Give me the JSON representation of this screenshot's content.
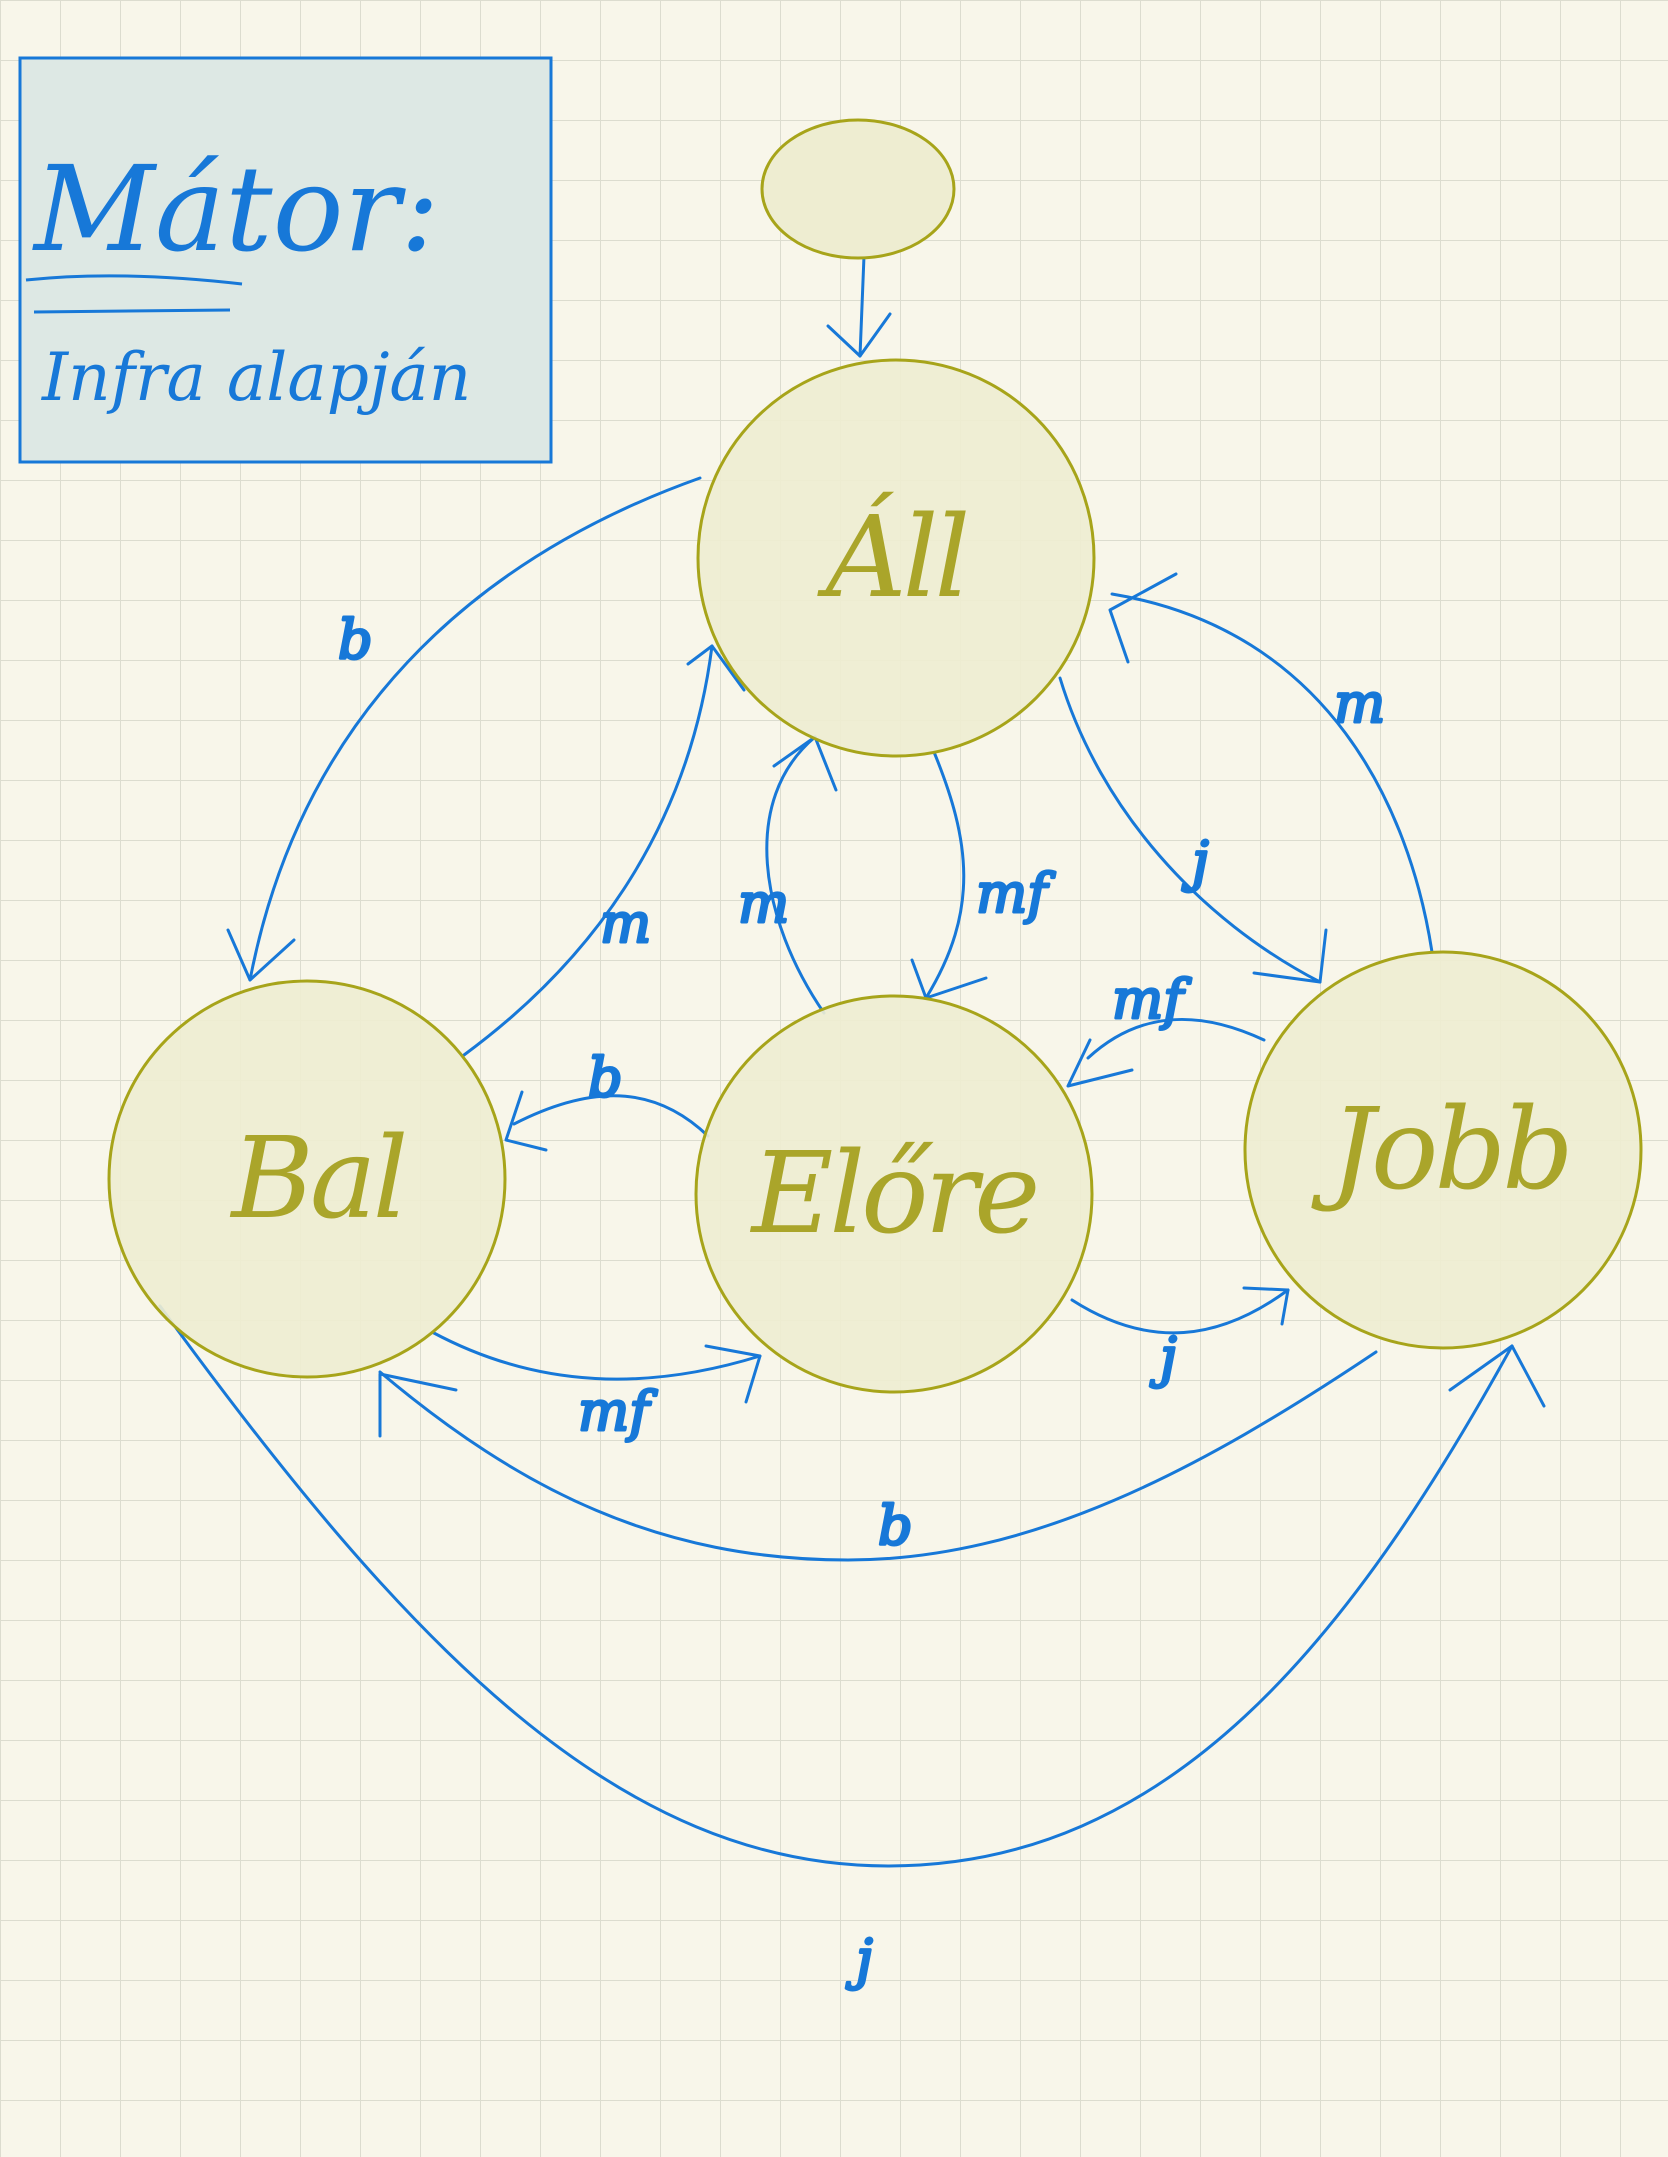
{
  "colors": {
    "paper": "#f8f6ea",
    "grid": "#dcdccf",
    "ink_blue": "#1778d8",
    "state_fill": "#eeedd1",
    "state_stroke": "#a7a41a",
    "state_text": "#aaa52a",
    "note_fill": "#dde8e4"
  },
  "note": {
    "title": "Mátor:",
    "subtitle": "Infra alapján"
  },
  "states": {
    "start": {
      "label": ""
    },
    "all": {
      "label": "Áll"
    },
    "bal": {
      "label": "Bal"
    },
    "elore": {
      "label": "Előre"
    },
    "jobb": {
      "label": "Jobb"
    }
  },
  "transitions": [
    {
      "id": "start-all",
      "from": "start",
      "to": "all",
      "label": ""
    },
    {
      "id": "all-bal",
      "from": "all",
      "to": "bal",
      "label": "b"
    },
    {
      "id": "bal-all",
      "from": "bal",
      "to": "all",
      "label": "m"
    },
    {
      "id": "elore-all",
      "from": "elore",
      "to": "all",
      "label": "m"
    },
    {
      "id": "all-elore",
      "from": "all",
      "to": "elore",
      "label": "mf"
    },
    {
      "id": "all-jobb",
      "from": "all",
      "to": "jobb",
      "label": "j"
    },
    {
      "id": "jobb-all",
      "from": "jobb",
      "to": "all",
      "label": "m"
    },
    {
      "id": "elore-bal",
      "from": "elore",
      "to": "bal",
      "label": "b"
    },
    {
      "id": "jobb-elore",
      "from": "jobb",
      "to": "elore",
      "label": "mf"
    },
    {
      "id": "bal-elore",
      "from": "bal",
      "to": "elore",
      "label": "mf"
    },
    {
      "id": "elore-jobb",
      "from": "elore",
      "to": "jobb",
      "label": "j"
    },
    {
      "id": "jobb-bal",
      "from": "jobb",
      "to": "bal",
      "label": "b"
    },
    {
      "id": "bal-jobb",
      "from": "bal",
      "to": "jobb",
      "label": "j"
    }
  ]
}
